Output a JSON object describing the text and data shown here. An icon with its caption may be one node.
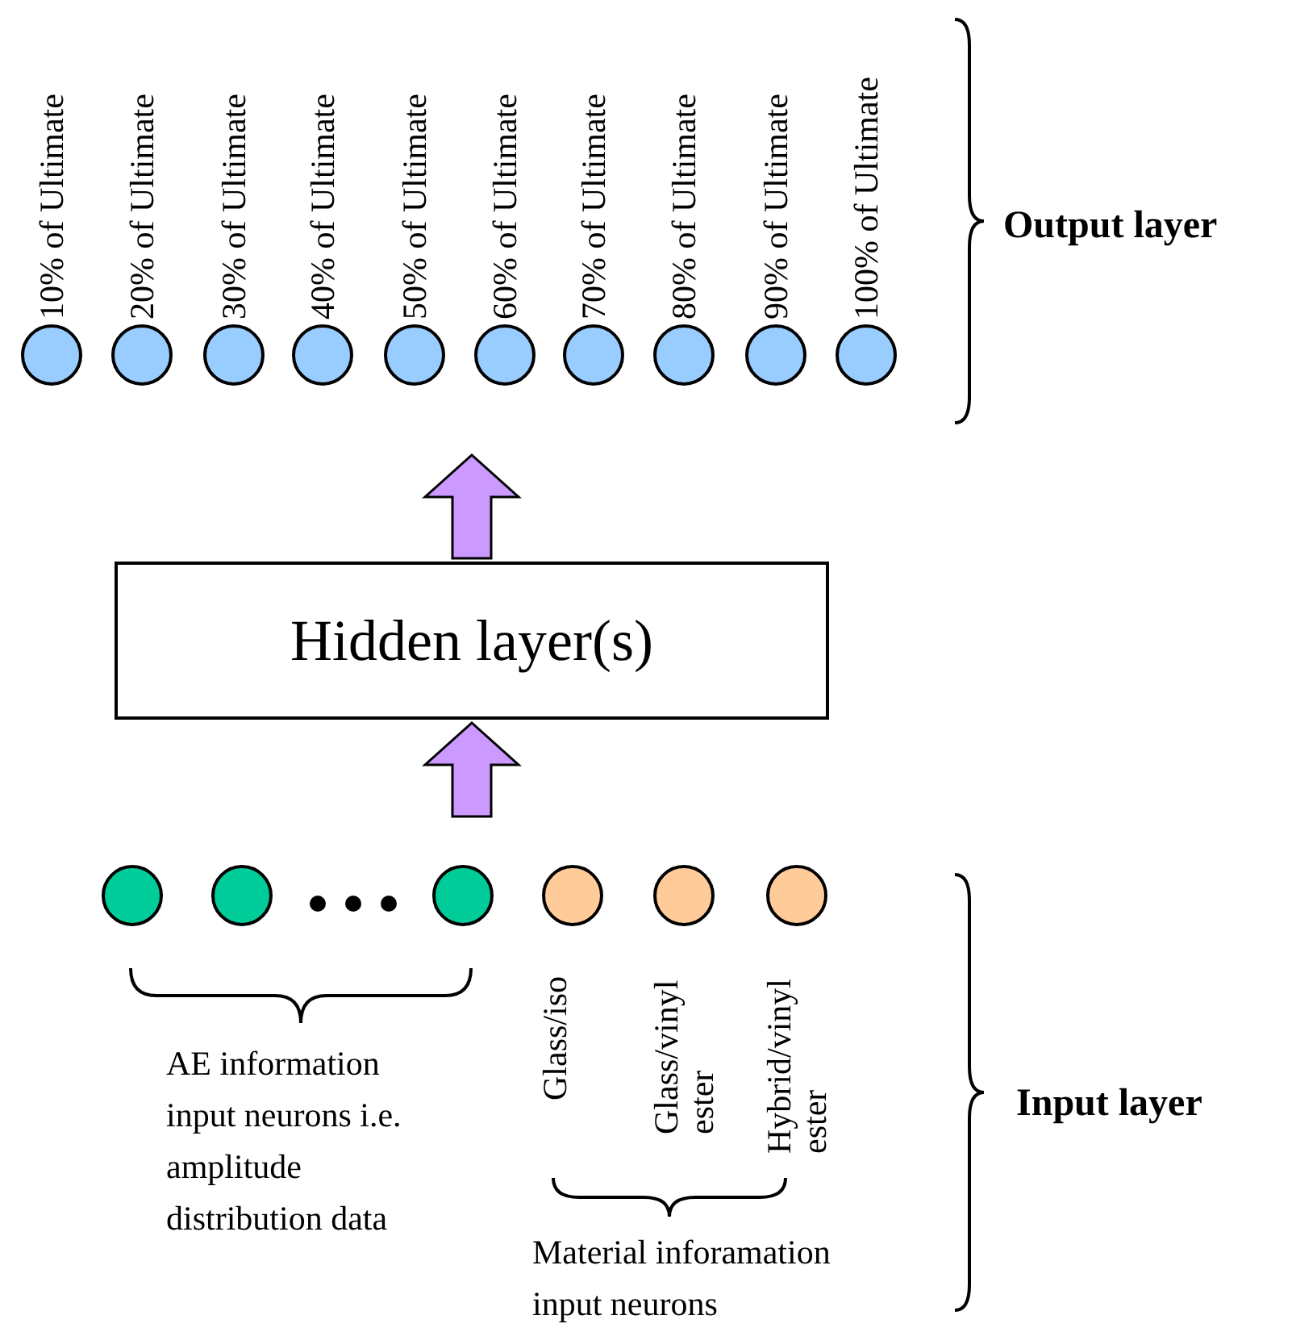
{
  "diagram": {
    "nodes": [
      {
        "text": [
          "10% of Ultimate"
        ]
      },
      {
        "text": [
          "20% of Ultimate"
        ]
      },
      {
        "text": [
          "30% of Ultimate"
        ]
      },
      {
        "text": [
          "40% of Ultimate"
        ]
      },
      {
        "text": [
          "50% of Ultimate"
        ]
      },
      {
        "text": [
          "60% of Ultimate"
        ]
      },
      {
        "text": [
          "70% of Ultimate"
        ]
      },
      {
        "text": [
          "80% of Ultimate"
        ]
      },
      {
        "text": [
          "90% of Ultimate"
        ]
      },
      {
        "text": [
          "100% of Ultimate"
        ]
      },
      {
        "text": [
          "Hidden layer(s)"
        ]
      },
      {
        "text": [],
        "shape": "circle"
      },
      {
        "text": [],
        "shape": "circle"
      },
      {
        "text": [],
        "shape": "circle"
      },
      {
        "text": [
          "Glass/iso"
        ]
      },
      {
        "text": [
          "Glass/vinyl ester"
        ]
      },
      {
        "text": [
          "Hybrid/vinyl ester"
        ]
      }
    ],
    "edges": [
      {
        "from": null,
        "to": 10,
        "arrow": "to"
      },
      {
        "from": 10,
        "to": null,
        "arrow": "to"
      }
    ],
    "labels": [
      "AE information input neurons i.e. amplitude distribution data",
      "Material inforamation input neurons",
      "Output layer",
      "Input layer"
    ]
  }
}
